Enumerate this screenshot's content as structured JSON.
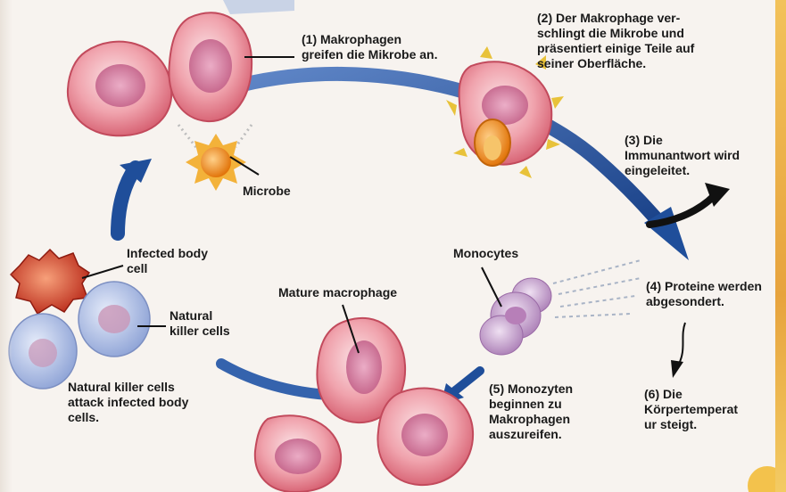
{
  "labels": {
    "step1": "(1) Makrophagen\ngreifen die Mikrobe an.",
    "step2": "(2) Der Makrophage ver-\nschlingt die Mikrobe und\npräsentiert einige Teile auf\nseiner Oberfläche.",
    "step3": "(3) Die\nImmunantwort wird\neingeleitet.",
    "step4": "(4) Proteine werden\nabgesondert.",
    "step5": "(5) Monozyten\nbeginnen zu\nMakrophagen\nauszureifen.",
    "step6": "(6) Die\nKörpertemperat\nur steigt.",
    "microbe": "Microbe",
    "infected_cell": "Infected body\ncell",
    "natural_killer": "Natural\nkiller cells",
    "nk_caption": "Natural killer cells\nattack infected body\ncells.",
    "monocytes": "Monocytes",
    "mature_macrophage": "Mature macrophage"
  },
  "colors": {
    "background": "#f7f3ef",
    "macrophage": "#e8808c",
    "macrophage_light": "#f6c6cc",
    "nucleus": "#cf6f93",
    "arrow_blue": "#1f4e9a",
    "microbe": "#f08a1c",
    "spike": "#e8c23a",
    "infected": "#d8402a",
    "nk_cell": "#b7c4e6",
    "monocyte": "#c9a3cf",
    "leader": "#111111",
    "edge_gold": "#e7a33d"
  }
}
